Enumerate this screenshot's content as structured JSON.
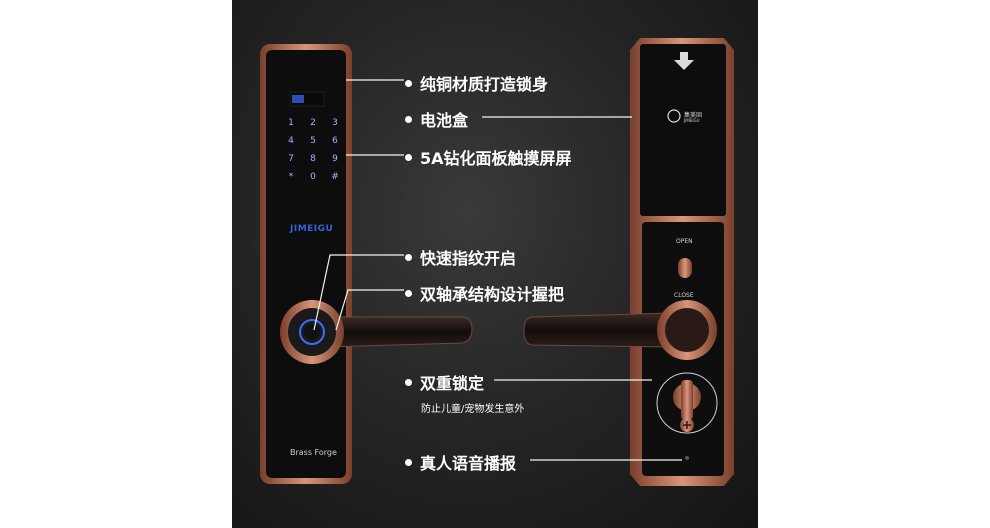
{
  "callouts": [
    {
      "label": "纯铜材质打造锁身"
    },
    {
      "label": "电池盒"
    },
    {
      "label": "5A钻化面板触摸屏屏"
    },
    {
      "label": "快速指纹开启"
    },
    {
      "label": "双轴承结构设计握把"
    },
    {
      "label": "双重锁定",
      "sub": "防止儿童/宠物发生意外"
    },
    {
      "label": "真人语音播报"
    }
  ],
  "front_lock": {
    "brand_logo": "JIMEIGU",
    "footer_brand": "Brass Forge",
    "keypad": [
      "1",
      "2",
      "3",
      "4",
      "5",
      "6",
      "7",
      "8",
      "9",
      "*",
      "0",
      "#"
    ]
  },
  "back_lock": {
    "open_label": "OPEN",
    "close_label": "CLOSE",
    "battery_logo_text": "集美固",
    "battery_logo_sub": "JIMEIGU"
  },
  "colors": {
    "bronze": "#b9745a",
    "panel": "#0e0e0e",
    "accent_blue": "#2f63d8"
  }
}
